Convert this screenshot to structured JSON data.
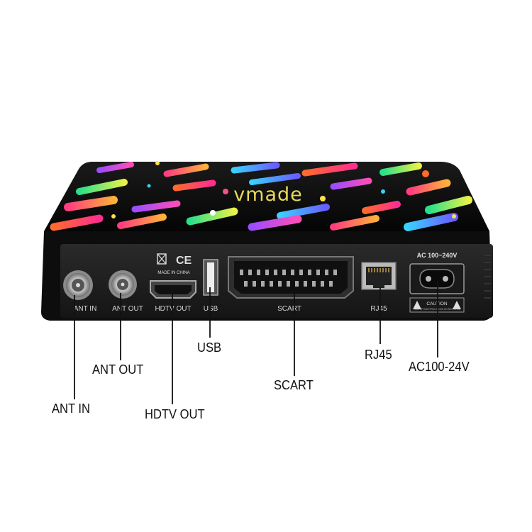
{
  "device": {
    "brand": "vmade",
    "panel_marks": {
      "made_in": "MADE IN CHINA",
      "power_rating": "AC 100~240V",
      "caution": "CAUTION",
      "caution_detail": "RISK OF ELECTRIC SHOCK DO NOT OPEN"
    },
    "port_labels": {
      "ant_in": "ANT IN",
      "ant_out": "ANT OUT",
      "hdtv_out": "HDTV OUT",
      "usb": "USB",
      "scart": "SCART",
      "rj45": "RJ45"
    }
  },
  "callouts": {
    "ant_in": "ANT IN",
    "ant_out": "ANT OUT",
    "hdtv_out": "HDTV OUT",
    "usb": "USB",
    "scart": "SCART",
    "rj45": "RJ45",
    "ac": "AC100-24V"
  },
  "colors": {
    "body": "#121212",
    "panel": "#1e1e1e",
    "brand_text": "#e8d85a",
    "label_text": "#d8d8d8",
    "callout_line": "#111111"
  }
}
